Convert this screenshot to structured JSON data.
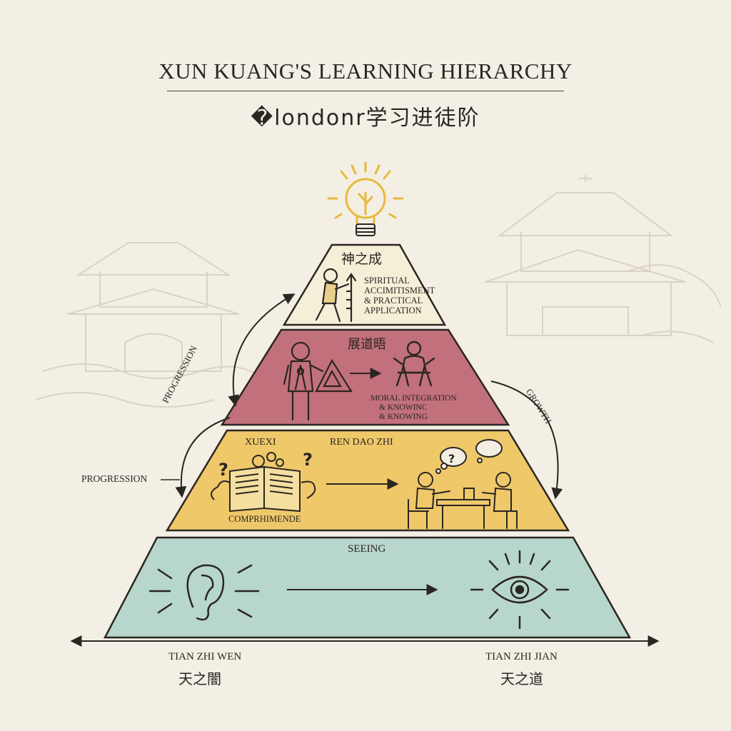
{
  "title": "XUN KUANG'S LEARNING HIERARCHY",
  "subtitle_cn": "�londonr学习进徒阶",
  "tiers": {
    "top": {
      "title_cn": "神之成",
      "text": [
        "SPIRITUAL",
        "ACCIMITISMENT",
        "& PRACTICAL",
        "APPLICATION"
      ]
    },
    "second": {
      "title_cn": "展道晤",
      "text": [
        "MORAL INTEGRATION",
        "& KNOWINC",
        "& KNOWING"
      ]
    },
    "third": {
      "left_title": "XUEXI",
      "center_title": "REN DAO ZHI",
      "caption": "COMPRHIMENDE"
    },
    "base": {
      "title": "SEEING"
    }
  },
  "side_labels": {
    "left_progression_rotated": "PROGRESSION",
    "left_progression": "PROGRESSION",
    "right_growth": "GROWTH"
  },
  "bottom": {
    "left_pinyin": "TIAN ZHI WEN",
    "left_cn": "天之闇",
    "right_pinyin": "TIAN ZHI JIAN",
    "right_cn": "天之道"
  },
  "colors": {
    "background": "#f3efe4",
    "top": "#f6efd8",
    "second": "#c2707c",
    "third": "#efc86a",
    "base": "#b7d6cc",
    "bulb": "#e8b93c",
    "ink": "#2a2622"
  },
  "icons": [
    "light-bulb-icon",
    "worker-with-ruler-icon",
    "man-with-compass-icon",
    "meditation-figure-icon",
    "open-book-icon",
    "gears-icon",
    "dialogue-people-icon",
    "ear-icon",
    "eye-icon"
  ]
}
